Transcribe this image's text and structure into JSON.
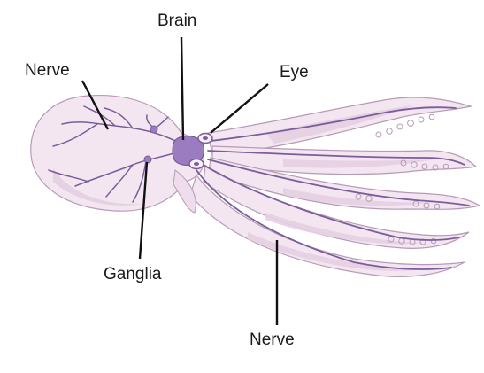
{
  "labels": {
    "brain": "Brain",
    "eye": "Eye",
    "nerve_top": "Nerve",
    "ganglia": "Ganglia",
    "nerve_bottom": "Nerve"
  },
  "colors": {
    "body_fill": "#f3e6f1",
    "body_stroke": "#b79bb5",
    "shading": "#e6d0e3",
    "nerve": "#7a5d9a",
    "brain": "#9b7cc0",
    "leader": "#111111"
  }
}
